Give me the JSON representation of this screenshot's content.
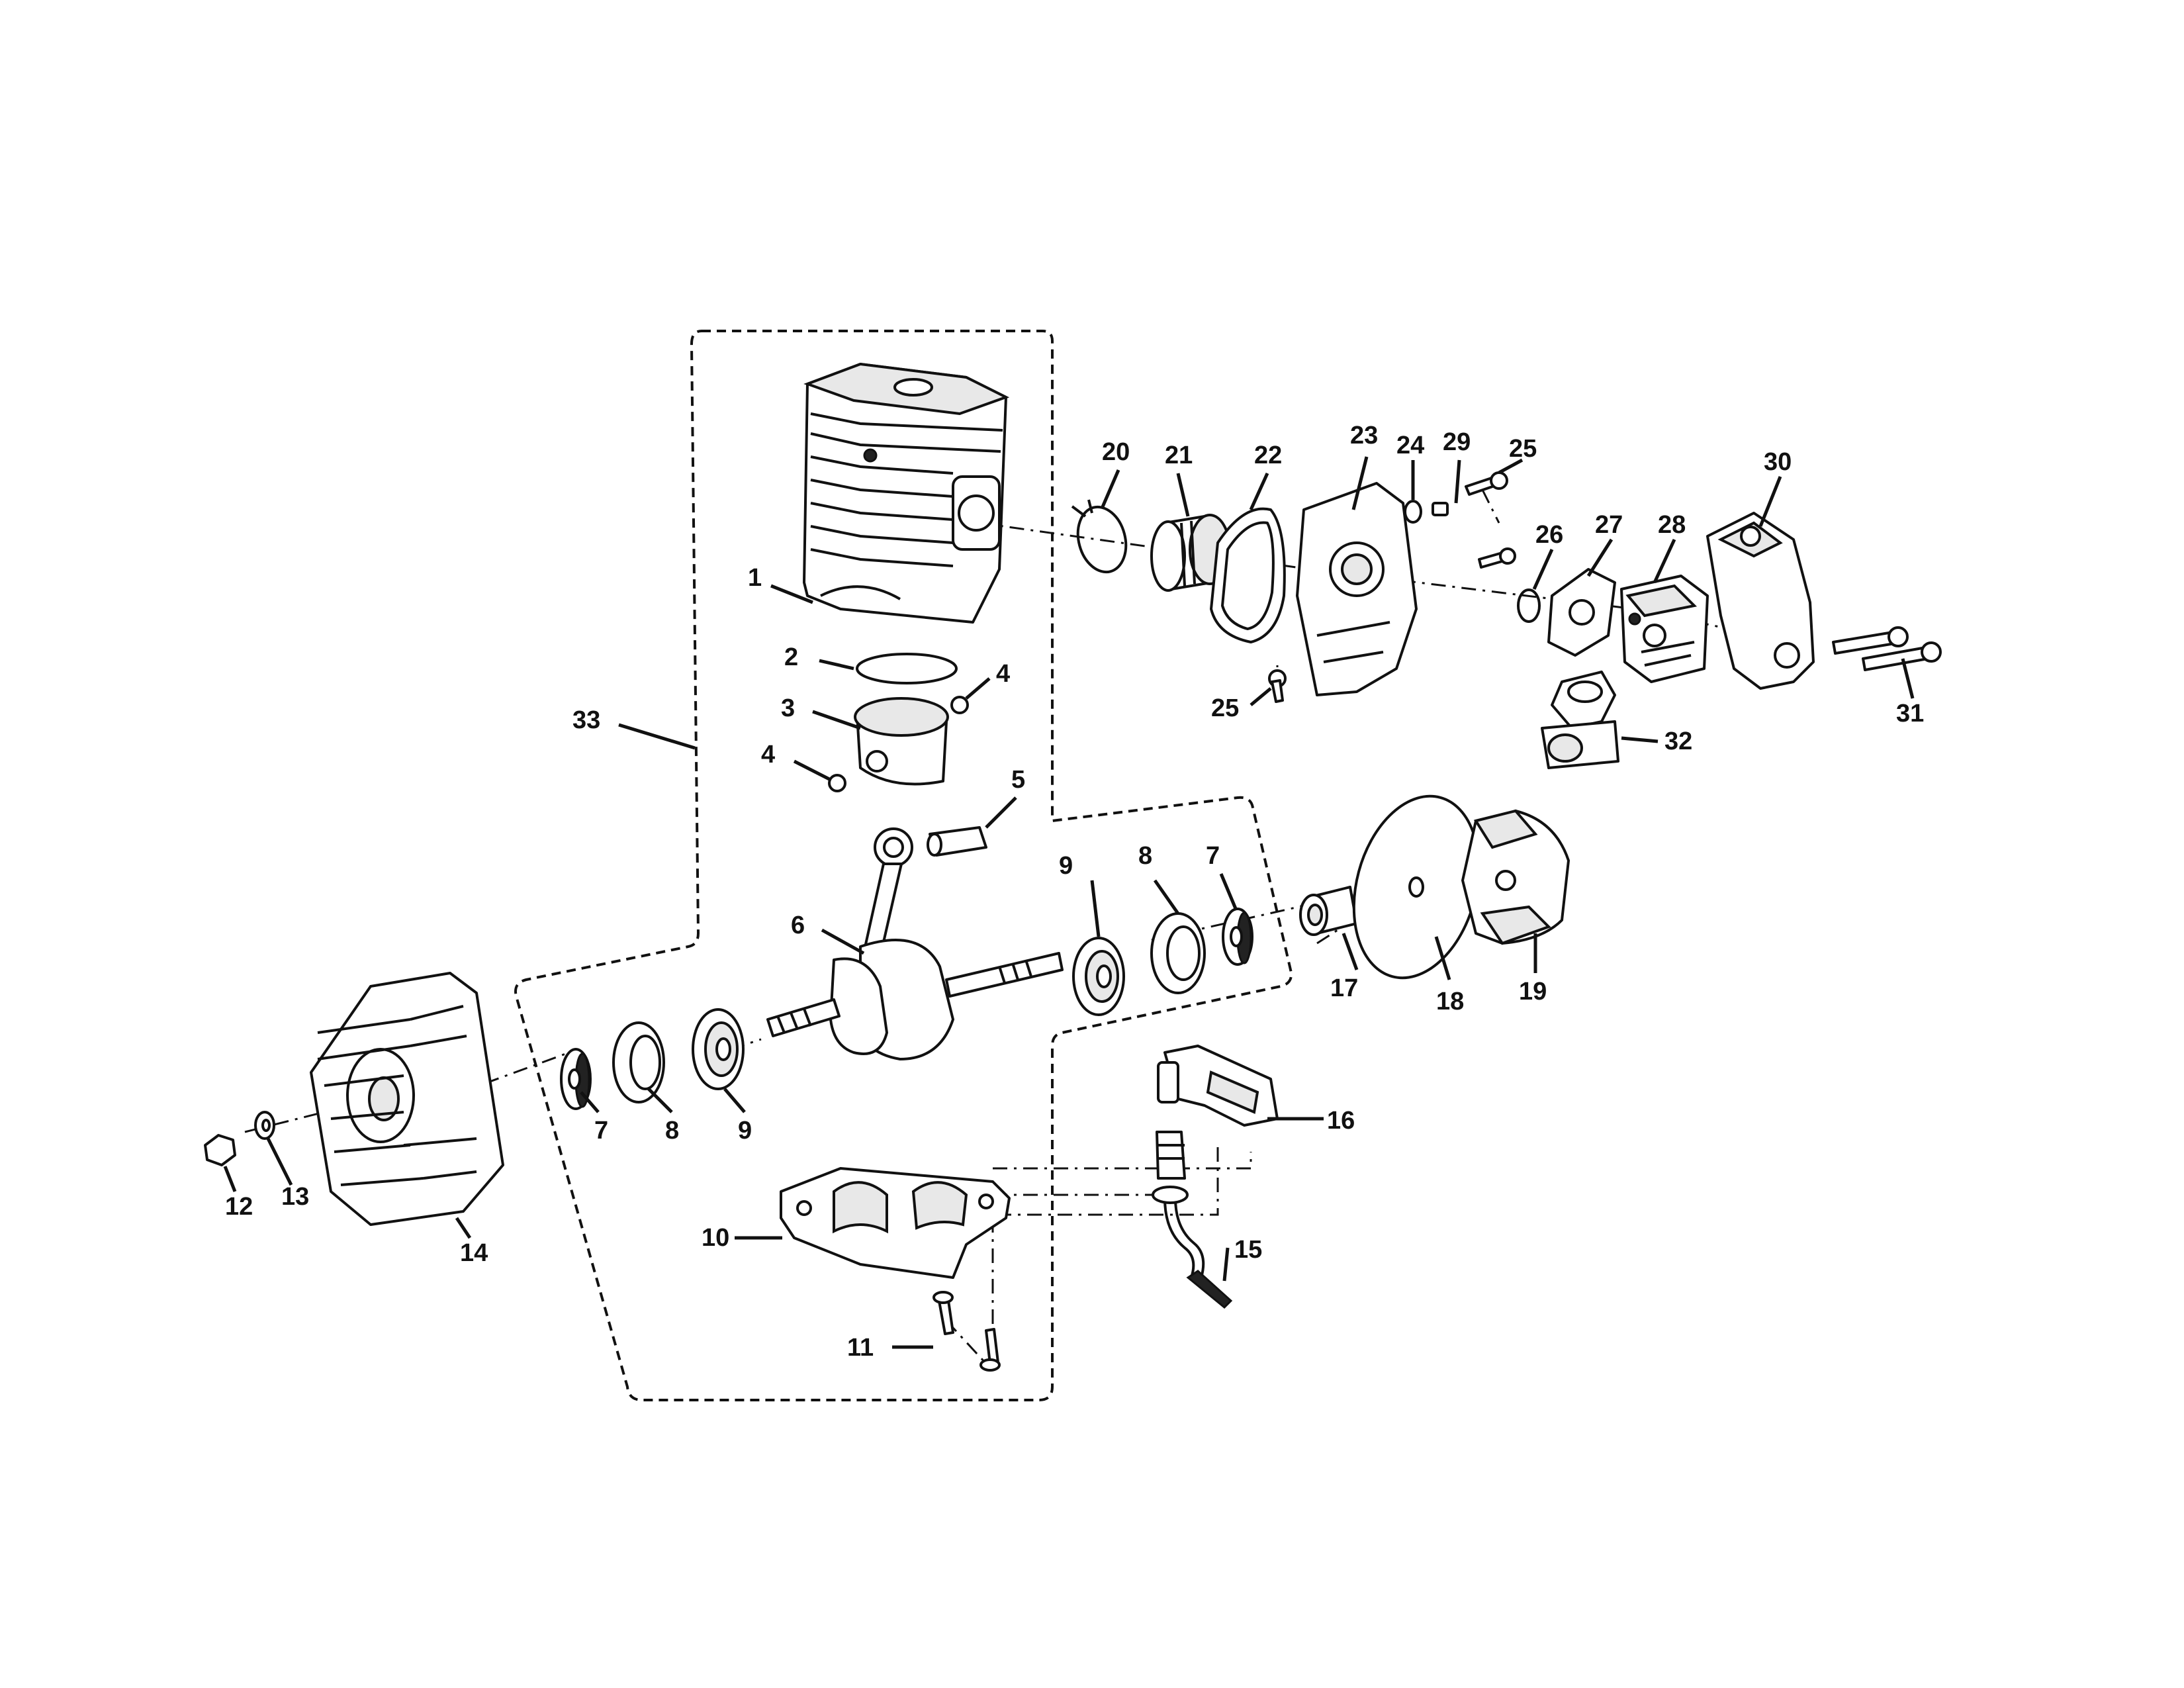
{
  "callouts": [
    {
      "id": "c1",
      "text": "1"
    },
    {
      "id": "c2",
      "text": "2"
    },
    {
      "id": "c3",
      "text": "3"
    },
    {
      "id": "c4a",
      "text": "4"
    },
    {
      "id": "c4b",
      "text": "4"
    },
    {
      "id": "c5",
      "text": "5"
    },
    {
      "id": "c6",
      "text": "6"
    },
    {
      "id": "c7a",
      "text": "7"
    },
    {
      "id": "c7b",
      "text": "7"
    },
    {
      "id": "c8a",
      "text": "8"
    },
    {
      "id": "c8b",
      "text": "8"
    },
    {
      "id": "c9a",
      "text": "9"
    },
    {
      "id": "c9b",
      "text": "9"
    },
    {
      "id": "c10",
      "text": "10"
    },
    {
      "id": "c11",
      "text": "11"
    },
    {
      "id": "c12",
      "text": "12"
    },
    {
      "id": "c13",
      "text": "13"
    },
    {
      "id": "c14",
      "text": "14"
    },
    {
      "id": "c15",
      "text": "15"
    },
    {
      "id": "c16",
      "text": "16"
    },
    {
      "id": "c17",
      "text": "17"
    },
    {
      "id": "c18",
      "text": "18"
    },
    {
      "id": "c19",
      "text": "19"
    },
    {
      "id": "c20",
      "text": "20"
    },
    {
      "id": "c21",
      "text": "21"
    },
    {
      "id": "c22",
      "text": "22"
    },
    {
      "id": "c23",
      "text": "23"
    },
    {
      "id": "c24",
      "text": "24"
    },
    {
      "id": "c25a",
      "text": "25"
    },
    {
      "id": "c25b",
      "text": "25"
    },
    {
      "id": "c26",
      "text": "26"
    },
    {
      "id": "c27",
      "text": "27"
    },
    {
      "id": "c28",
      "text": "28"
    },
    {
      "id": "c29",
      "text": "29"
    },
    {
      "id": "c30",
      "text": "30"
    },
    {
      "id": "c31",
      "text": "31"
    },
    {
      "id": "c32",
      "text": "32"
    },
    {
      "id": "c33",
      "text": "33"
    }
  ],
  "colors": {
    "line": "#111111",
    "background": "#ffffff",
    "shade": "#e8e8e8"
  }
}
